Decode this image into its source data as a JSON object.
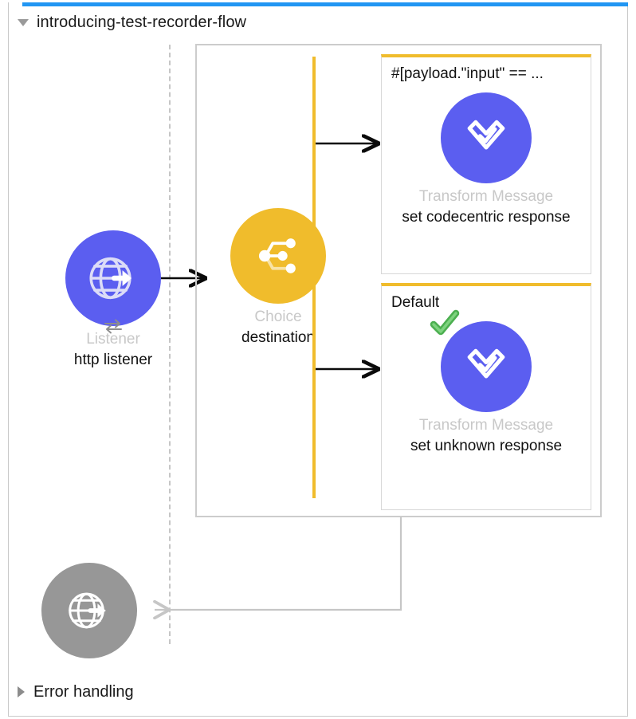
{
  "flow": {
    "title": "introducing-test-recorder-flow",
    "collapse_icon": "triangle-down-icon",
    "accent_color": "#2196f3",
    "border_color": "#c9c9c9"
  },
  "error_handling": {
    "title": "Error handling",
    "expand_icon": "triangle-right-icon"
  },
  "nodes": {
    "listener": {
      "type_label": "Listener",
      "name_label": "http listener",
      "icon": "globe-arrow-icon",
      "badge_icon": "exchange-arrows-icon",
      "color": "#5b5ef0"
    },
    "choice": {
      "type_label": "Choice",
      "name_label": "destination",
      "icon": "choice-branch-icon",
      "color": "#f0bc2c"
    },
    "error_response": {
      "type_label": "",
      "name_label": "",
      "icon": "globe-arrow-icon",
      "color": "#979797"
    }
  },
  "routes": [
    {
      "condition_label": "#[payload.\"input\" ==  ...",
      "accent_color": "#f0bc2c",
      "component": {
        "type_label": "Transform Message",
        "name_label": "set codecentric response",
        "icon": "transform-message-icon",
        "color": "#5b5ef0",
        "status_badge": ""
      }
    },
    {
      "condition_label": "Default",
      "accent_color": "#f0bc2c",
      "component": {
        "type_label": "Transform Message",
        "name_label": "set unknown response",
        "icon": "transform-message-icon",
        "color": "#5b5ef0",
        "status_badge": "green-check-icon"
      }
    }
  ],
  "connectors": [
    {
      "name": "listener-to-choice",
      "style": "solid-black-arrow"
    },
    {
      "name": "choice-to-route-1",
      "style": "solid-black-arrow"
    },
    {
      "name": "choice-to-route-2",
      "style": "solid-black-arrow"
    },
    {
      "name": "flow-return-to-response",
      "style": "solid-gray-arrow"
    }
  ]
}
